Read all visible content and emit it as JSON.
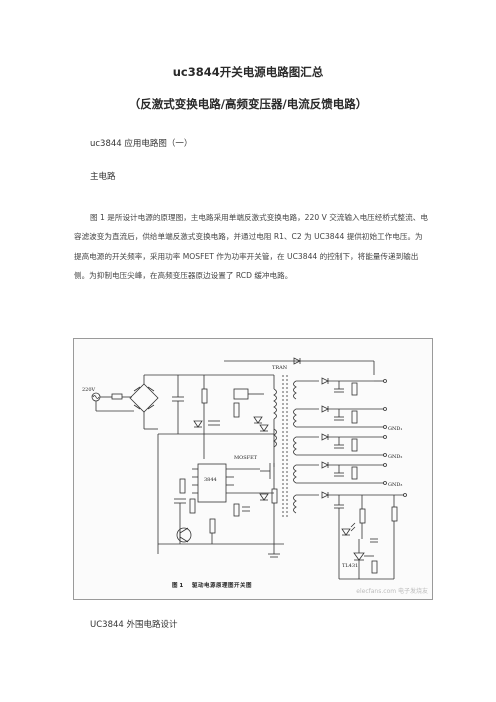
{
  "document": {
    "title": "uc3844开关电源电路图汇总",
    "subtitle": "（反激式变换电路/高频变压器/电流反馈电路）",
    "section_app": "uc3844 应用电路图（一）",
    "section_main": "主电路",
    "paragraph": "图 1 是所设计电源的原理图，主电路采用单端反激式变换电路，220 V 交流输入电压经桥式整流、电容滤波变为直流后，供给单端反激式变换电路，并通过电阻 R1、C2 为 UC3844 提供初始工作电压。为提高电源的开关频率，采用功率 MOSFET 作为功率开关管，在 UC3844 的控制下，将能量传递到输出侧。为抑制电压尖峰，在高频变压器原边设置了 RCD 缓冲电路。",
    "section_next": "UC3844 外围电路设计"
  },
  "figure": {
    "caption_label": "图 1",
    "caption_text": "驱动电源原理图开关图",
    "watermark": "elecfans.com 电子发烧友",
    "labels": {
      "ac_in": "220V",
      "tran": "TRAN",
      "mosfet": "MOSFET",
      "ic": "3844",
      "tl431": "TL431",
      "gnd1": "GND₁",
      "gnd2": "GND₂",
      "gnd3": "GND₃"
    }
  }
}
